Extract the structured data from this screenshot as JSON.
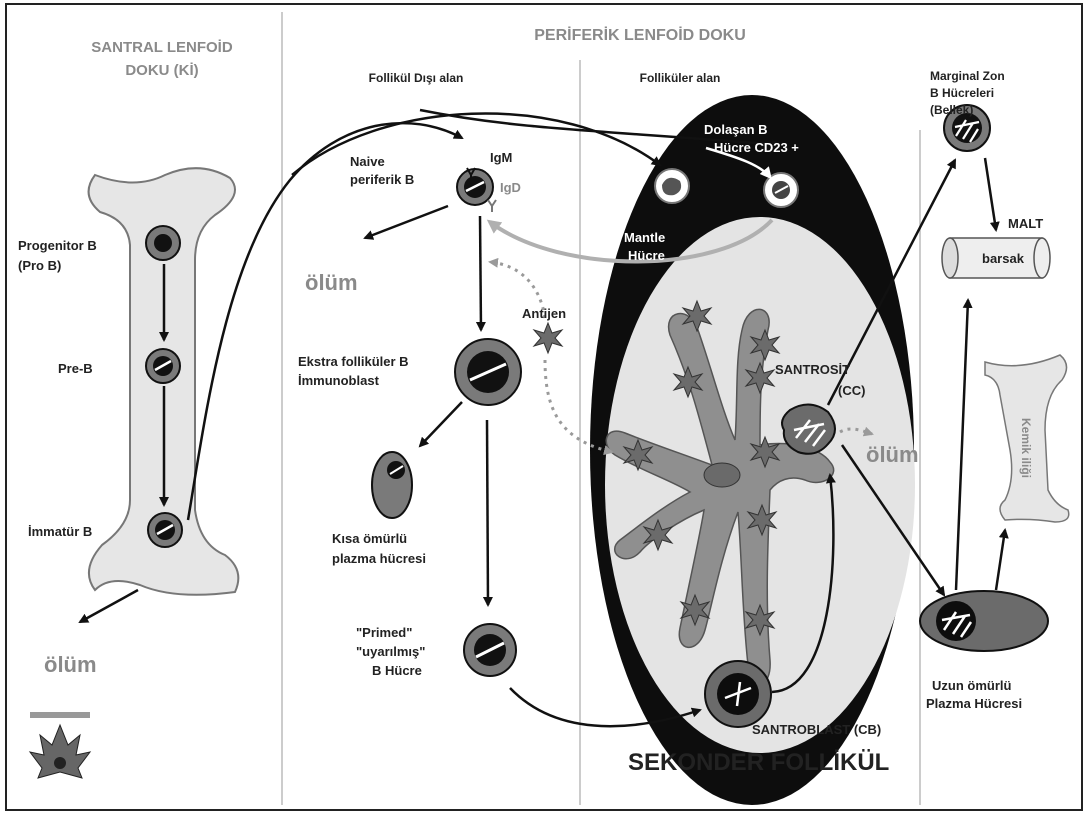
{
  "sections": {
    "central_title_line1": "SANTRAL LENFOİD",
    "central_title_line2": "DOKU   (Kİ)",
    "peripheral_title": "PERİFERİK LENFOİD DOKU",
    "extrafollicular": "Follikül Dışı alan",
    "follicular": "Folliküler alan"
  },
  "bone_marrow": {
    "progenitor_line1": "Progenitor B",
    "progenitor_line2": "(Pro B)",
    "preb": "Pre-B",
    "immature": "İmmatür B",
    "death": "ölüm"
  },
  "extrafollicular_area": {
    "naive_line1": "Naive",
    "naive_line2": "periferik B",
    "igm": "IgM",
    "igd": "IgD",
    "death": "ölüm",
    "antigen": "Antijen",
    "extra_line1": "Ekstra folliküler B",
    "extra_line2": "İmmunoblast",
    "short_line1": "Kısa ömürlü",
    "short_line2": "plazma hücresi",
    "primed_line1": "\"Primed\"",
    "primed_line2": "\"uyarılmış\"",
    "primed_line3": "B Hücre"
  },
  "follicle": {
    "circulating_line1": "Dolaşan B",
    "circulating_line2": "Hücre CD23 +",
    "mantle_line1": "Mantle",
    "mantle_line2": "Hücre",
    "centrocyte_line1": "SANTROSİT",
    "centrocyte_line2": "(CC)",
    "death": "ölüm",
    "centroblast": "SANTROBLAST (CB)",
    "secondary_follicle": "SEKONDER FOLLİKÜL"
  },
  "marginal": {
    "mz_line1": "Marginal Zon",
    "mz_line2": "B Hücreleri",
    "mz_line3": "(Bellek)",
    "malt": "MALT",
    "gut": "barsak",
    "bone": "Kemik iliği",
    "plasma_line1": "Uzun ömürlü",
    "plasma_line2": "Plazma Hücresi"
  },
  "colors": {
    "background": "#ffffff",
    "tissue": "#e6e6e6",
    "follicle_mantle": "#0d0d0d",
    "germinal_center": "#e4e4e4",
    "dendritic": "#8f8f8f",
    "cell_outer": "#7a7a7a",
    "cell_inner": "#1a1a1a",
    "death_text": "#8a8a8a"
  }
}
